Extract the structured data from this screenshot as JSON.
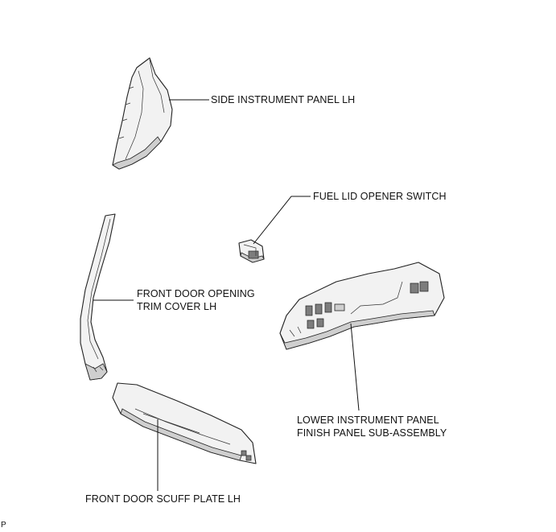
{
  "labels": {
    "side_panel": "SIDE INSTRUMENT PANEL LH",
    "fuel_switch": "FUEL LID OPENER SWITCH",
    "trim_cover_1": "FRONT DOOR OPENING",
    "trim_cover_2": "TRIM COVER LH",
    "lower_panel_1": "LOWER INSTRUMENT PANEL",
    "lower_panel_2": "FINISH PANEL SUB-ASSEMBLY",
    "scuff_plate": "FRONT DOOR SCUFF PLATE LH",
    "corner_mark": "P"
  }
}
